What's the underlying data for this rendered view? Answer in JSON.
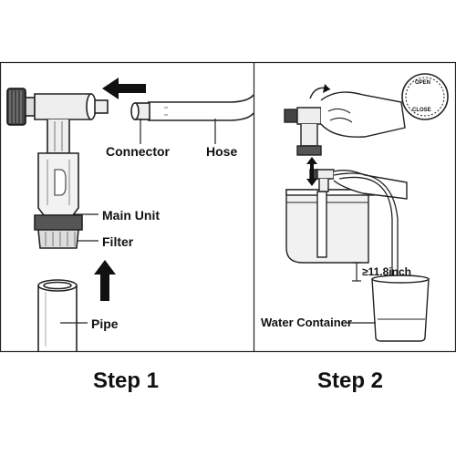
{
  "step1": {
    "labels": {
      "connector": "Connector",
      "hose": "Hose",
      "main_unit": "Main Unit",
      "filter": "Filter",
      "pipe": "Pipe"
    },
    "caption": "Step 1"
  },
  "step2": {
    "knob": {
      "open": "OPEN",
      "close": "CLOSE"
    },
    "labels": {
      "height": "≥11.8inch",
      "water_container": "Water Container"
    },
    "caption": "Step 2"
  }
}
